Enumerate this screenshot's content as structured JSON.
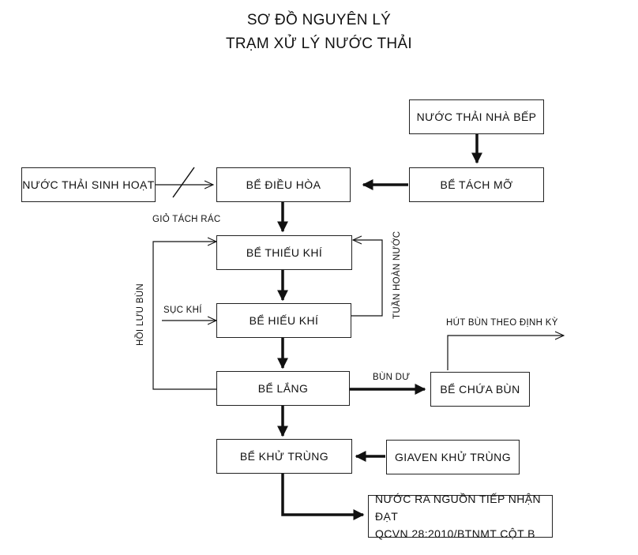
{
  "title": {
    "line1": "SƠ ĐỒ NGUYÊN LÝ",
    "line2": "TRẠM XỬ LÝ NƯỚC THẢI"
  },
  "nodes": {
    "nuoc_thai_nha_bep": "NƯỚC THẢI NHÀ BẾP",
    "nuoc_thai_sinh_hoat": "NƯỚC THẢI SINH HOẠT",
    "be_dieu_hoa": "BỂ ĐIỀU HÒA",
    "be_tach_mo": "BỂ TÁCH MỠ",
    "be_thieu_khi": "BỂ THIẾU KHÍ",
    "be_hieu_khi": "BỂ HIẾU KHÍ",
    "be_lang": "BỂ LẮNG",
    "be_chua_bun": "BỂ CHỨA BÙN",
    "be_khu_trung": "BỂ KHỬ TRÙNG",
    "giaven_khu_trung": "GIAVEN KHỬ TRÙNG",
    "nuoc_ra_line1": "NƯỚC RA NGUỒN TIẾP NHẬN ĐẠT",
    "nuoc_ra_line2": "QCVN 28:2010/BTNMT CỘT B"
  },
  "edge_labels": {
    "gio_tach_rac": "GIỎ TÁCH RÁC",
    "hoi_luu_bun": "HỒI LƯU BÙN",
    "suc_khi": "SỤC KHÍ",
    "tuan_hoan_nuoc": "TUẦN HOÀN NƯỚC",
    "bun_du": "BÙN DƯ",
    "hut_bun": "HÚT BÙN THEO ĐỊNH KỲ"
  },
  "colors": {
    "line": "#111111",
    "background": "#ffffff"
  }
}
